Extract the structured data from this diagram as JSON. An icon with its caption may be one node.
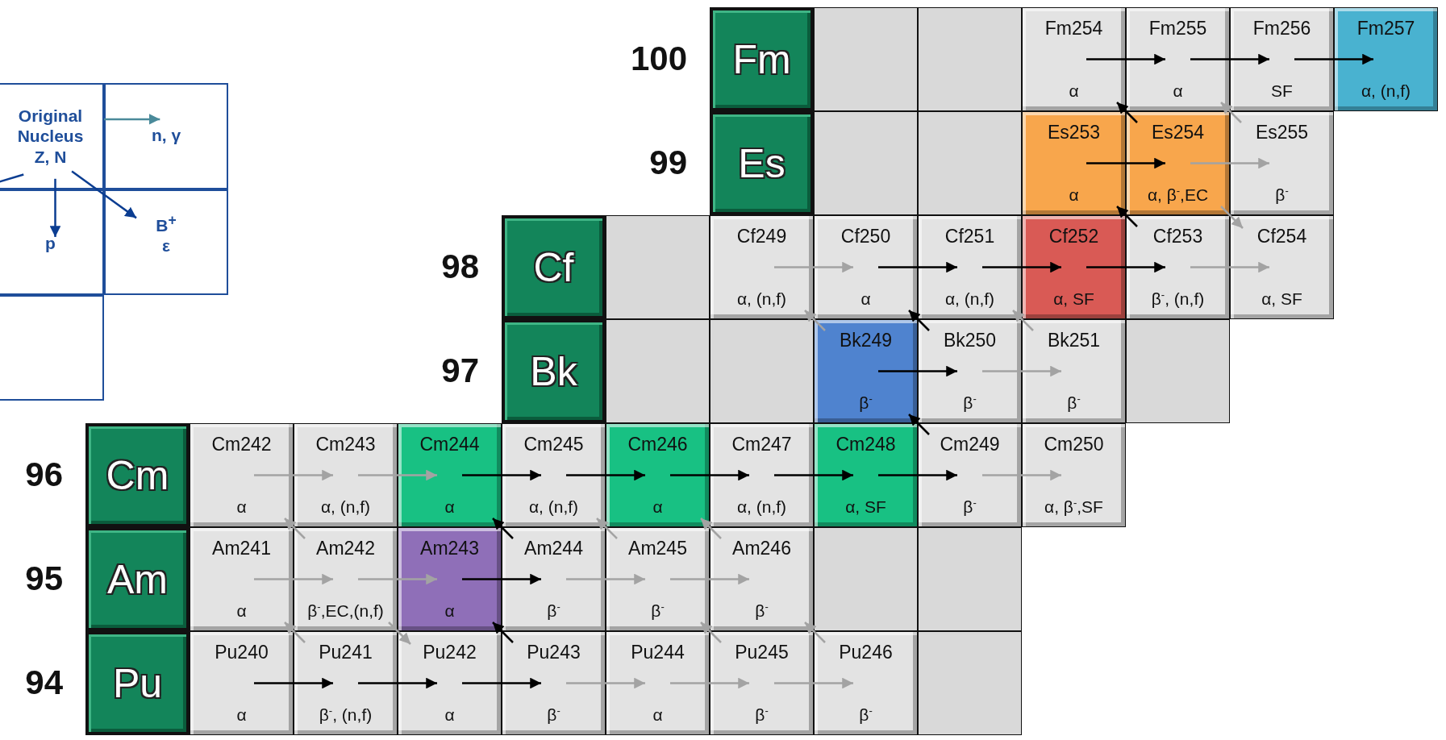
{
  "diagram": {
    "nodes": [
      {
        "text": [
          "Original Nucleus Z, N"
        ]
      },
      {
        "text": [
          "n, γ"
        ]
      },
      {
        "text": [
          "p"
        ]
      },
      {
        "text": [
          "B$^{+}$",
          "ε"
        ]
      },
      {
        "text": [],
        "shape": "box"
      },
      {
        "text": [
          "Fm"
        ]
      },
      {
        "text": [],
        "shape": "box"
      },
      {
        "text": [],
        "shape": "box"
      },
      {
        "text": [
          "Fm254",
          "α"
        ]
      },
      {
        "text": [
          "Fm255",
          "α"
        ]
      },
      {
        "text": [
          "Fm256",
          "SF"
        ]
      },
      {
        "text": [
          "Fm257",
          "α, (n,f)"
        ]
      },
      {
        "text": [
          "Es"
        ]
      },
      {
        "text": [],
        "shape": "box"
      },
      {
        "text": [],
        "shape": "box"
      },
      {
        "text": [
          "Es253",
          "α"
        ]
      },
      {
        "text": [
          "Es254",
          "α, β$^{-}$,EC"
        ]
      },
      {
        "text": [
          "Es255",
          "β$^{-}$"
        ]
      },
      {
        "text": [
          "Cf"
        ]
      },
      {
        "text": [],
        "shape": "box"
      },
      {
        "text": [
          "Cf249",
          "α, (n,f)"
        ]
      },
      {
        "text": [
          "Cf250",
          "α"
        ]
      },
      {
        "text": [
          "Cf251",
          "α, (n,f)"
        ]
      },
      {
        "text": [
          "Cf252",
          "α, SF"
        ]
      },
      {
        "text": [
          "Cf253",
          "β$^{-}$, (n,f)"
        ]
      },
      {
        "text": [
          "Cf254",
          "α, SF"
        ]
      },
      {
        "text": [
          "Bk"
        ]
      },
      {
        "text": [],
        "shape": "box"
      },
      {
        "text": [],
        "shape": "box"
      },
      {
        "text": [
          "Bk249",
          "β$^{-}$"
        ]
      },
      {
        "text": [
          "Bk250",
          "β$^{-}$"
        ]
      },
      {
        "text": [
          "Bk251",
          "β$^{-}$"
        ]
      },
      {
        "text": [],
        "shape": "box"
      },
      {
        "text": [
          "Cm"
        ]
      },
      {
        "text": [
          "Cm242",
          "α"
        ]
      },
      {
        "text": [
          "Cm243",
          "α, (n,f)"
        ]
      },
      {
        "text": [
          "Cm244",
          "α"
        ]
      },
      {
        "text": [
          "Cm245",
          "α, (n,f)"
        ]
      },
      {
        "text": [
          "Cm246",
          "α"
        ]
      },
      {
        "text": [
          "Cm247",
          "α, (n,f)"
        ]
      },
      {
        "text": [
          "Cm248",
          "α, SF"
        ]
      },
      {
        "text": [
          "Cm249",
          "β$^{-}$"
        ]
      },
      {
        "text": [
          "Cm250",
          "α, β$^{-}$,SF"
        ]
      },
      {
        "text": [
          "Am"
        ]
      },
      {
        "text": [
          "Am241",
          "α"
        ]
      },
      {
        "text": [
          "Am242",
          "β$^{-}$,EC,(n,f)"
        ]
      },
      {
        "text": [
          "Am243",
          "α"
        ]
      },
      {
        "text": [
          "Am244",
          "β$^{-}$"
        ]
      },
      {
        "text": [
          "Am245",
          "β$^{-}$"
        ]
      },
      {
        "text": [
          "Am246",
          "β$^{-}$"
        ]
      },
      {
        "text": [],
        "shape": "box"
      },
      {
        "text": [],
        "shape": "box"
      },
      {
        "text": [
          "Pu"
        ]
      },
      {
        "text": [
          "Pu240",
          "α"
        ]
      },
      {
        "text": [
          "Pu241",
          "β$^{-}$, (n,f)"
        ]
      },
      {
        "text": [
          "Pu242",
          "α"
        ]
      },
      {
        "text": [
          "Pu243",
          "β$^{-}$"
        ]
      },
      {
        "text": [
          "Pu244",
          "α"
        ]
      },
      {
        "text": [
          "Pu245",
          "β$^{-}$"
        ]
      },
      {
        "text": [
          "Pu246",
          "β$^{-}$"
        ]
      },
      {
        "text": [],
        "shape": "box"
      }
    ],
    "edges": [
      {
        "from": 0,
        "to": 1,
        "arrow": "to",
        "color": "#4a8a9a"
      },
      {
        "from": 0,
        "to": 2,
        "arrow": "to",
        "color": "#0b3d91"
      },
      {
        "from": 0,
        "to": 3,
        "arrow": "to",
        "color": "#0b3d91"
      },
      {
        "from": 0,
        "to": null,
        "arrow": "none",
        "color": "#0b3d91"
      },
      {
        "from": 53,
        "to": 54,
        "arrow": "to",
        "color": "#000000"
      },
      {
        "from": 54,
        "to": 55,
        "arrow": "to",
        "color": "#000000"
      },
      {
        "from": 55,
        "to": 56,
        "arrow": "to",
        "color": "#000000"
      },
      {
        "from": 56,
        "to": 57,
        "arrow": "to"
      },
      {
        "from": 57,
        "to": 58,
        "arrow": "to"
      },
      {
        "from": 58,
        "to": 59,
        "arrow": "to"
      },
      {
        "from": 44,
        "to": 45,
        "arrow": "to"
      },
      {
        "from": 45,
        "to": 46,
        "arrow": "to"
      },
      {
        "from": 46,
        "to": 47,
        "arrow": "to",
        "color": "#000000"
      },
      {
        "from": 47,
        "to": 48,
        "arrow": "to"
      },
      {
        "from": 48,
        "to": 49,
        "arrow": "to"
      },
      {
        "from": 34,
        "to": 35,
        "arrow": "to"
      },
      {
        "from": 35,
        "to": 36,
        "arrow": "to"
      },
      {
        "from": 36,
        "to": 37,
        "arrow": "to",
        "color": "#000000"
      },
      {
        "from": 37,
        "to": 38,
        "arrow": "to",
        "color": "#000000"
      },
      {
        "from": 38,
        "to": 39,
        "arrow": "to",
        "color": "#000000"
      },
      {
        "from": 39,
        "to": 40,
        "arrow": "to",
        "color": "#000000"
      },
      {
        "from": 40,
        "to": 41,
        "arrow": "to",
        "color": "#000000"
      },
      {
        "from": 41,
        "to": 42,
        "arrow": "to"
      },
      {
        "from": 29,
        "to": 30,
        "arrow": "to",
        "color": "#000000"
      },
      {
        "from": 30,
        "to": 31,
        "arrow": "to"
      },
      {
        "from": 20,
        "to": 21,
        "arrow": "to"
      },
      {
        "from": 21,
        "to": 22,
        "arrow": "to",
        "color": "#000000"
      },
      {
        "from": 22,
        "to": 23,
        "arrow": "to",
        "color": "#000000"
      },
      {
        "from": 23,
        "to": 24,
        "arrow": "to",
        "color": "#000000"
      },
      {
        "from": 24,
        "to": 25,
        "arrow": "to"
      },
      {
        "from": 15,
        "to": 16,
        "arrow": "to",
        "color": "#000000"
      },
      {
        "from": 16,
        "to": 17,
        "arrow": "to"
      },
      {
        "from": 8,
        "to": 9,
        "arrow": "to",
        "color": "#000000"
      },
      {
        "from": 9,
        "to": 10,
        "arrow": "to",
        "color": "#000000"
      },
      {
        "from": 10,
        "to": 11,
        "arrow": "to",
        "color": "#000000"
      },
      {
        "from": 54,
        "to": 44,
        "arrow": "to"
      },
      {
        "from": 45,
        "to": 34,
        "arrow": "to"
      },
      {
        "from": 45,
        "to": 55,
        "arrow": "to"
      },
      {
        "from": 56,
        "to": 46,
        "arrow": "to",
        "color": "#000000"
      },
      {
        "from": 47,
        "to": 36,
        "arrow": "to",
        "color": "#000000"
      },
      {
        "from": 48,
        "to": 37,
        "arrow": "to"
      },
      {
        "from": 49,
        "to": 38,
        "arrow": "to"
      },
      {
        "from": 58,
        "to": 48,
        "arrow": "to"
      },
      {
        "from": 59,
        "to": 49,
        "arrow": "to"
      },
      {
        "from": 41,
        "to": 29,
        "arrow": "to",
        "color": "#000000"
      },
      {
        "from": 29,
        "to": 20,
        "arrow": "to"
      },
      {
        "from": 30,
        "to": 21,
        "arrow": "to",
        "color": "#000000"
      },
      {
        "from": 31,
        "to": 22,
        "arrow": "to"
      },
      {
        "from": 24,
        "to": 15,
        "arrow": "to",
        "color": "#000000"
      },
      {
        "from": 16,
        "to": 25,
        "arrow": "to"
      },
      {
        "from": 16,
        "to": 8,
        "arrow": "to",
        "color": "#000000"
      },
      {
        "from": 17,
        "to": 9,
        "arrow": "to"
      }
    ],
    "labels": [
      "100",
      "99",
      "98",
      "97",
      "96",
      "95",
      "94"
    ]
  }
}
